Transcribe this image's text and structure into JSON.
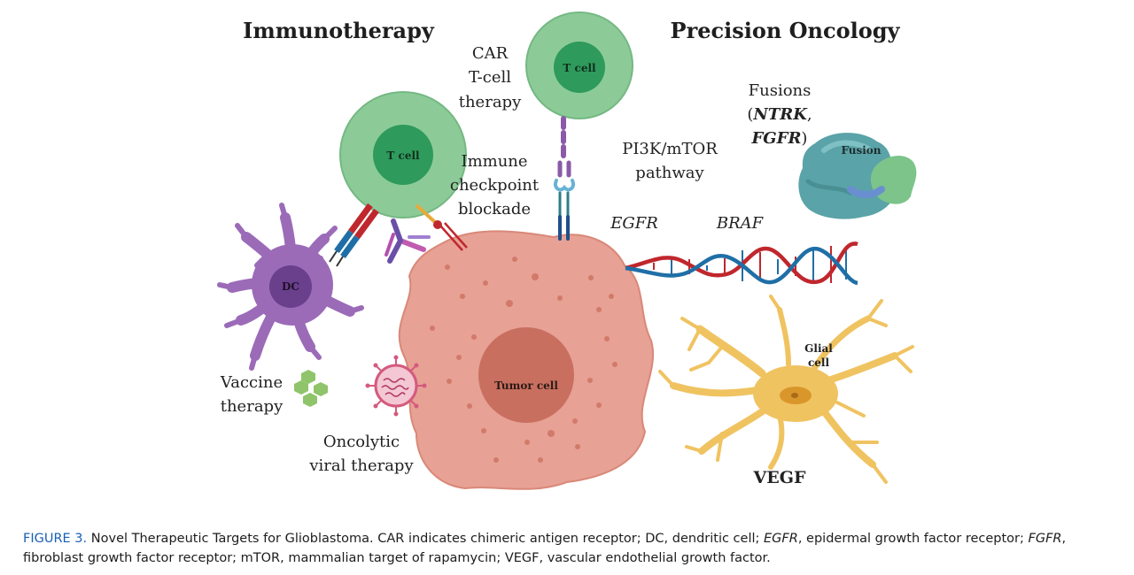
{
  "labels": {
    "immunotherapy": "Immunotherapy",
    "precision_oncology": "Precision Oncology",
    "car_line1": "CAR",
    "car_line2": "T-cell",
    "car_line3": "therapy",
    "t_cell": "T cell",
    "immune_line1": "Immune",
    "immune_line2": "checkpoint",
    "immune_line3": "blockade",
    "pi3k_line1": "PI3K/mTOR",
    "pi3k_line2": "pathway",
    "fusions_line1": "Fusions",
    "fusions_open": "(",
    "fusions_ntrk": "NTRK",
    "fusions_comma": ",",
    "fusions_fgfr": "FGFR",
    "fusions_close": ")",
    "fusion": "Fusion",
    "egfr": "EGFR",
    "braf": "BRAF",
    "dc": "DC",
    "vaccine_line1": "Vaccine",
    "vaccine_line2": "therapy",
    "tumor_cell": "Tumor cell",
    "glial_line1": "Glial",
    "glial_line2": "cell",
    "vegf": "VEGF",
    "oncolytic_line1": "Oncolytic",
    "oncolytic_line2": "viral therapy"
  },
  "caption": {
    "lead": "FIGURE 3.",
    "s1": " Novel Therapeutic Targets for Glioblastoma. CAR indicates chimeric antigen receptor; DC, dendritic cell; ",
    "egfr": "EGFR",
    "s2": ", epidermal growth factor receptor; ",
    "fgfr": "FGFR",
    "s3": ", fibroblast growth factor receptor; mTOR, mammalian target of rapamycin; VEGF, vascular endothelial growth factor."
  },
  "colors": {
    "tcell_outer": "#8ccb98",
    "tcell_inner": "#2e9a5c",
    "dc_body": "#9b6bb8",
    "dc_nucleus": "#6a3f8c",
    "tumor_body": "#e7a195",
    "tumor_nucleus": "#c96f5f",
    "glial": "#f0c361",
    "glial_nucleus": "#d9962b",
    "dna_red": "#c0272d",
    "dna_blue": "#1f6fa6",
    "fusion_teal": "#5aa3a8",
    "fusion_green": "#7cc48a",
    "caption_blue": "#1a5fb4"
  },
  "icons": [
    "t-cell-icon",
    "dendritic-cell-icon",
    "tumor-cell-icon",
    "glial-cell-icon",
    "dna-helix-icon",
    "fusion-protein-icon",
    "antibody-icon",
    "virus-icon",
    "vaccine-particle-icon",
    "receptor-icon"
  ]
}
